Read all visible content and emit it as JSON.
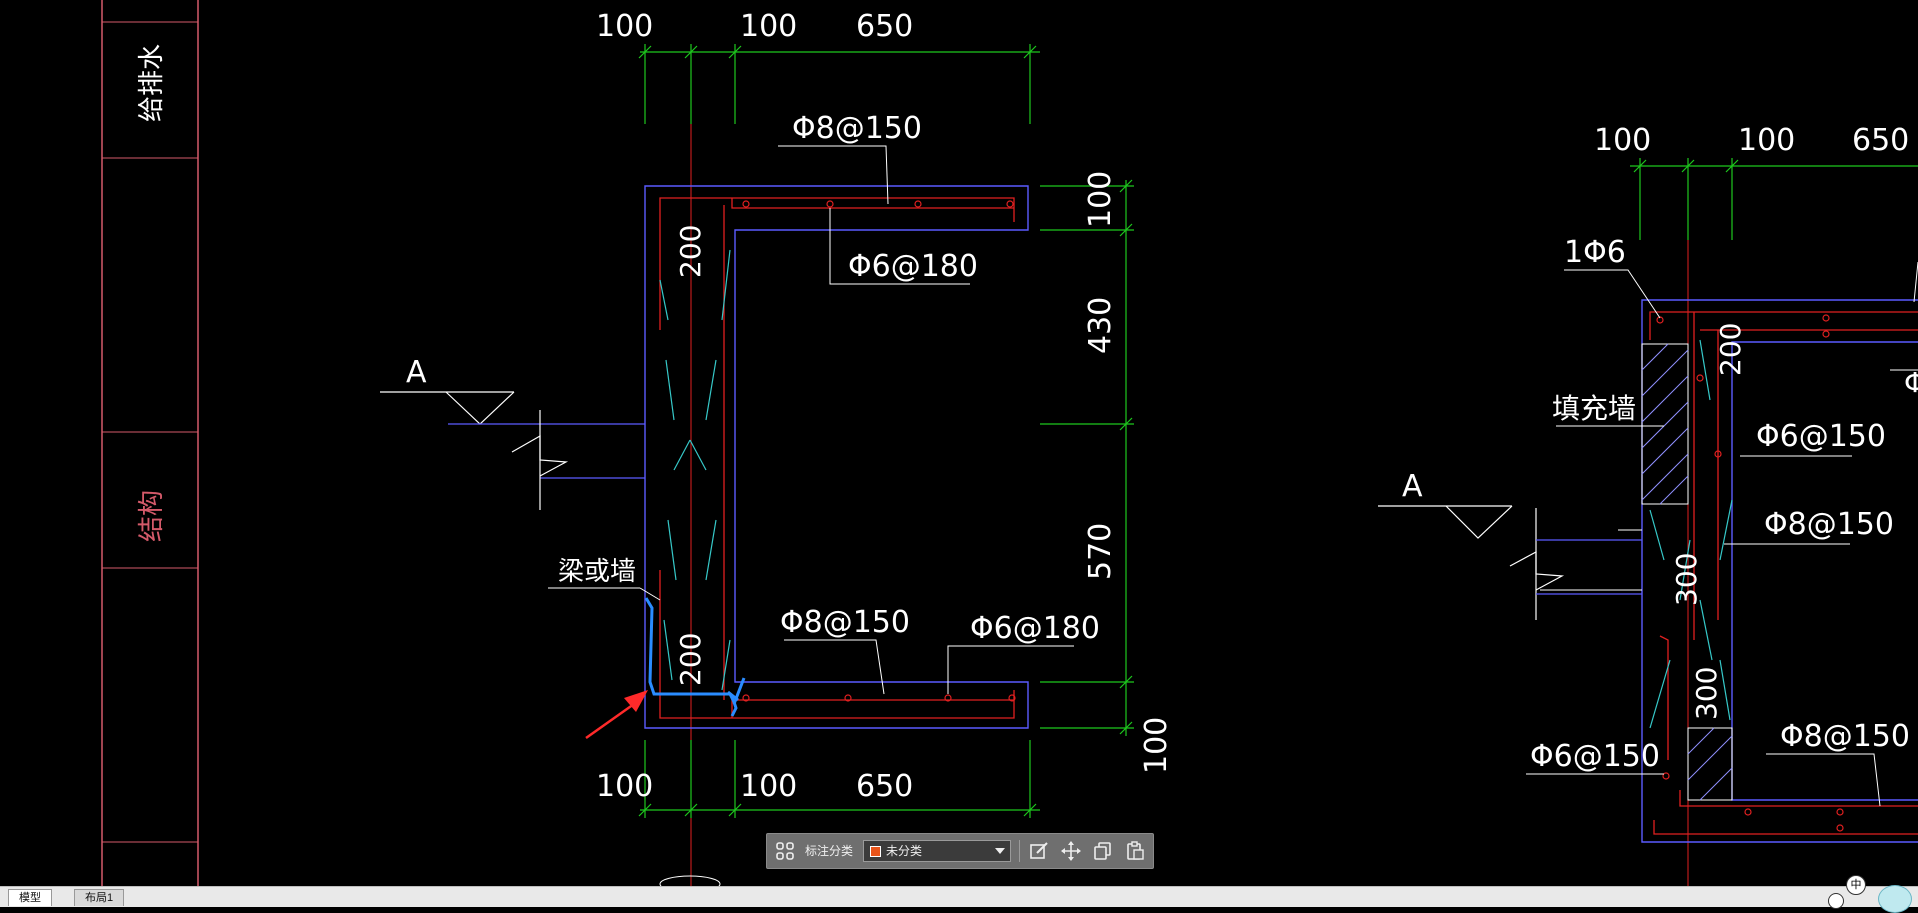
{
  "sidebar": {
    "label_plumbing": "给排水",
    "label_structure": "结构"
  },
  "drawing_left": {
    "top_dims": [
      "100",
      "100",
      "650"
    ],
    "bottom_dims": [
      "100",
      "100",
      "650"
    ],
    "right_dims": [
      "100",
      "430",
      "570",
      "100"
    ],
    "rebar_top": "Φ8@150",
    "rebar_inner_top": "Φ6@180",
    "rebar_bottom_left": "Φ8@150",
    "rebar_bottom_right": "Φ6@180",
    "vertical_200_top": "200",
    "vertical_200_bottom": "200",
    "section_mark": "A",
    "beam_or_wall": "梁或墙"
  },
  "drawing_right": {
    "top_dims": [
      "100",
      "100",
      "650"
    ],
    "rebar_1phi6": "1Φ6",
    "fill_wall": "填充墙",
    "rebar_a": "Φ6@150",
    "rebar_b": "Φ8@150",
    "rebar_c": "Φ6@150",
    "rebar_d": "Φ8@150",
    "vertical_200": "200",
    "vertical_300_a": "300",
    "vertical_300_b": "300",
    "section_mark": "A",
    "cut_partial_right": "Φ"
  },
  "annotation_toolbar": {
    "label": "标注分类",
    "selected_category": "未分类",
    "swatch_color": "#e8541a",
    "icons": [
      "grid-icon",
      "edit-icon",
      "move-icon",
      "copy-icon",
      "paste-icon"
    ]
  },
  "layout_tabs": {
    "model": "模型",
    "layout1": "布局1"
  },
  "status": {
    "ime_label": "中"
  },
  "colors": {
    "dim_green": "#1ec81e",
    "outline_blue": "#5b5bff",
    "rebar_red": "#e02020",
    "text_white": "#ffffff",
    "leader_cyan": "#36c8c8",
    "highlight_blue": "#2a8cff",
    "arrow_red": "#ff2a2a",
    "sidebar_pink": "#d45a6a"
  }
}
